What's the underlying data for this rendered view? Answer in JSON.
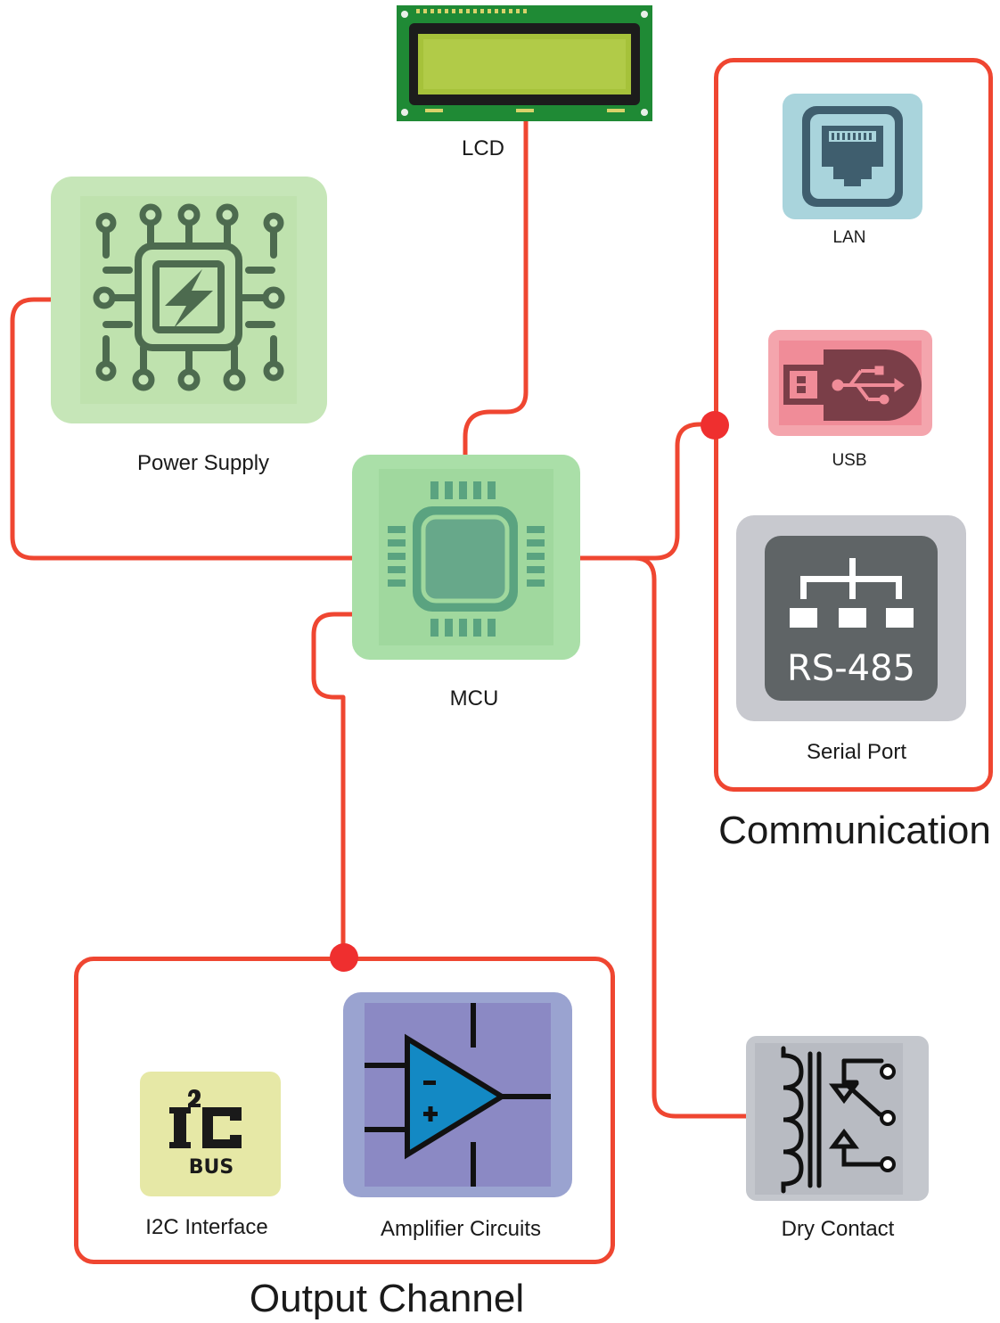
{
  "nodes": {
    "lcd": {
      "label": "LCD"
    },
    "power_supply": {
      "label": "Power Supply"
    },
    "mcu": {
      "label": "MCU"
    },
    "lan": {
      "label": "LAN"
    },
    "usb": {
      "label": "USB"
    },
    "serial_port": {
      "label": "Serial Port",
      "badge": "RS-485"
    },
    "i2c": {
      "label": "I2C Interface",
      "logo_text": "I²C BUS"
    },
    "amplifier": {
      "label": "Amplifier Circuits"
    },
    "dry_contact": {
      "label": "Dry Contact"
    }
  },
  "groups": {
    "communication": {
      "title": "Communication"
    },
    "output_channel": {
      "title": "Output Channel"
    }
  },
  "edges": [
    {
      "from": "mcu",
      "to": "lcd"
    },
    {
      "from": "mcu",
      "to": "power_supply"
    },
    {
      "from": "mcu",
      "to": "communication"
    },
    {
      "from": "mcu",
      "to": "output_channel"
    },
    {
      "from": "mcu",
      "to": "dry_contact"
    }
  ],
  "colors": {
    "wire": "#ef4631",
    "junction": "#ef2f2f",
    "power_bg": "#c6e6b8",
    "mcu_bg": "#aadfa8",
    "lan_bg": "#a9d4dc",
    "usb_bg": "#f4a5ad",
    "serial_bg": "#c8c9cf",
    "i2c_bg": "#e6e8a6",
    "amp_bg": "#9aa3d0",
    "dry_bg": "#c4c7cd"
  }
}
